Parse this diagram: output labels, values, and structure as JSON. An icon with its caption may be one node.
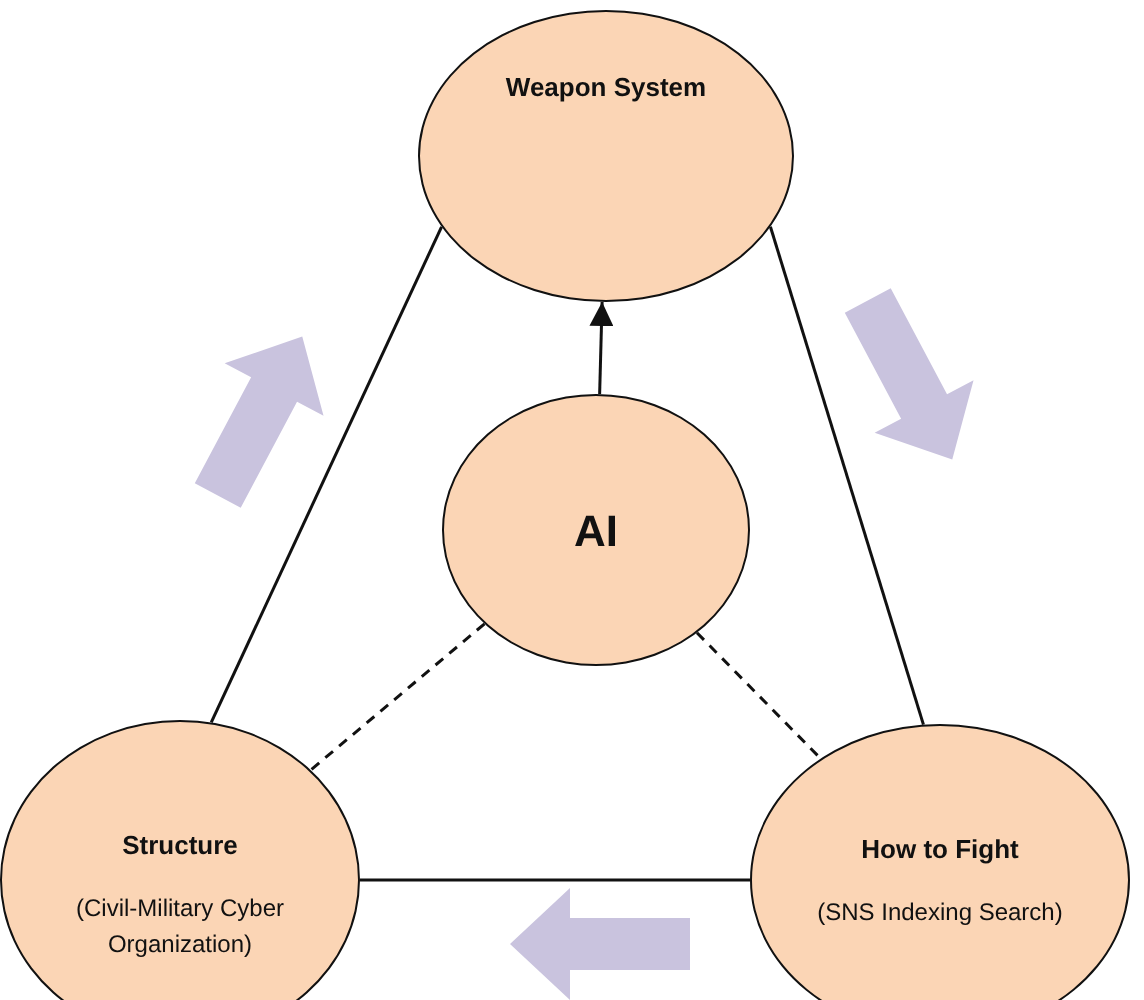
{
  "diagram": {
    "nodes": [
      {
        "text": [
          "Weapon System"
        ]
      },
      {
        "text": [
          "AI"
        ]
      },
      {
        "text": [
          "Structure",
          "(Civil-Military Cyber Organization)"
        ]
      },
      {
        "text": [
          "How to Fight",
          "(SNS Indexing Search)"
        ]
      }
    ],
    "edges": [
      {
        "from": 1,
        "to": 0,
        "arrow": "to"
      },
      {
        "from": 0,
        "to": 2,
        "arrow": "none"
      },
      {
        "from": 0,
        "to": 3,
        "arrow": "none"
      },
      {
        "from": 2,
        "to": 3,
        "arrow": "none"
      },
      {
        "from": 1,
        "to": 2,
        "arrow": "none",
        "style": "dashed"
      },
      {
        "from": 1,
        "to": 3,
        "arrow": "none",
        "style": "dashed"
      }
    ]
  }
}
